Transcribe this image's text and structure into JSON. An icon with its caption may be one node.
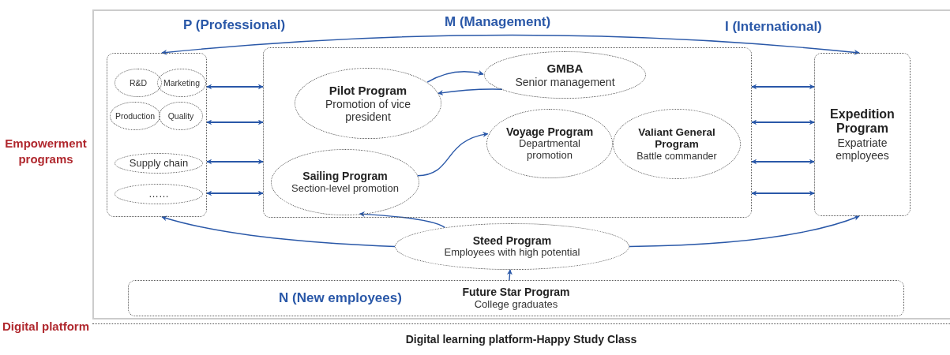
{
  "diagram": {
    "nodes": [
      {
        "text": [],
        "shape": "box"
      },
      {
        "text": [
          "R&D"
        ],
        "in": 0
      },
      {
        "text": [
          "Marketing"
        ],
        "in": 0
      },
      {
        "text": [
          "Production"
        ],
        "in": 0
      },
      {
        "text": [
          "Quality"
        ],
        "in": 0
      },
      {
        "text": [
          "Supply chain"
        ],
        "in": 0
      },
      {
        "text": [
          "……"
        ],
        "in": 0
      },
      {
        "text": [],
        "shape": "box"
      },
      {
        "text": [
          "GMBA",
          "Senior management"
        ],
        "in": 7
      },
      {
        "text": [
          "Pilot Program",
          "Promotion of vice president"
        ],
        "in": 7
      },
      {
        "text": [
          "Voyage Program",
          "Departmental promotion"
        ],
        "in": 7
      },
      {
        "text": [
          "Valiant General Program",
          "Battle commander"
        ],
        "in": 7
      },
      {
        "text": [
          "Sailing Program",
          "Section-level promotion"
        ],
        "in": 7
      },
      {
        "text": [
          "Expedition Program",
          "Expatriate employees"
        ]
      },
      {
        "text": [
          "Steed Program",
          "Employees with high potential"
        ]
      },
      {
        "text": [
          "N (New employees)",
          "Future Star Program",
          "College graduates"
        ]
      },
      {
        "text": [
          "Digital learning platform-Happy Study Class"
        ]
      }
    ],
    "edges": [
      {
        "from": 0,
        "to": 13,
        "arrow": "both"
      },
      {
        "from": 0,
        "to": 7,
        "arrow": "both"
      },
      {
        "from": 0,
        "to": 7,
        "arrow": "both"
      },
      {
        "from": 0,
        "to": 7,
        "arrow": "both"
      },
      {
        "from": 0,
        "to": 7,
        "arrow": "both"
      },
      {
        "from": 7,
        "to": 13,
        "arrow": "both"
      },
      {
        "from": 7,
        "to": 13,
        "arrow": "both"
      },
      {
        "from": 7,
        "to": 13,
        "arrow": "both"
      },
      {
        "from": 7,
        "to": 13,
        "arrow": "both"
      },
      {
        "from": 9,
        "to": 8,
        "arrow": "to"
      },
      {
        "from": 8,
        "to": 9,
        "arrow": "to"
      },
      {
        "from": 12,
        "to": 10,
        "arrow": "to"
      },
      {
        "from": 14,
        "to": 12,
        "arrow": "to"
      },
      {
        "from": 15,
        "to": 14,
        "arrow": "to"
      },
      {
        "from": 14,
        "to": 0,
        "arrow": "to"
      },
      {
        "from": 14,
        "to": 13,
        "arrow": "to"
      }
    ],
    "labels": [
      "P (Professional)",
      "M (Management)",
      "I (International)",
      "Empowerment programs",
      "Digital platform"
    ]
  }
}
